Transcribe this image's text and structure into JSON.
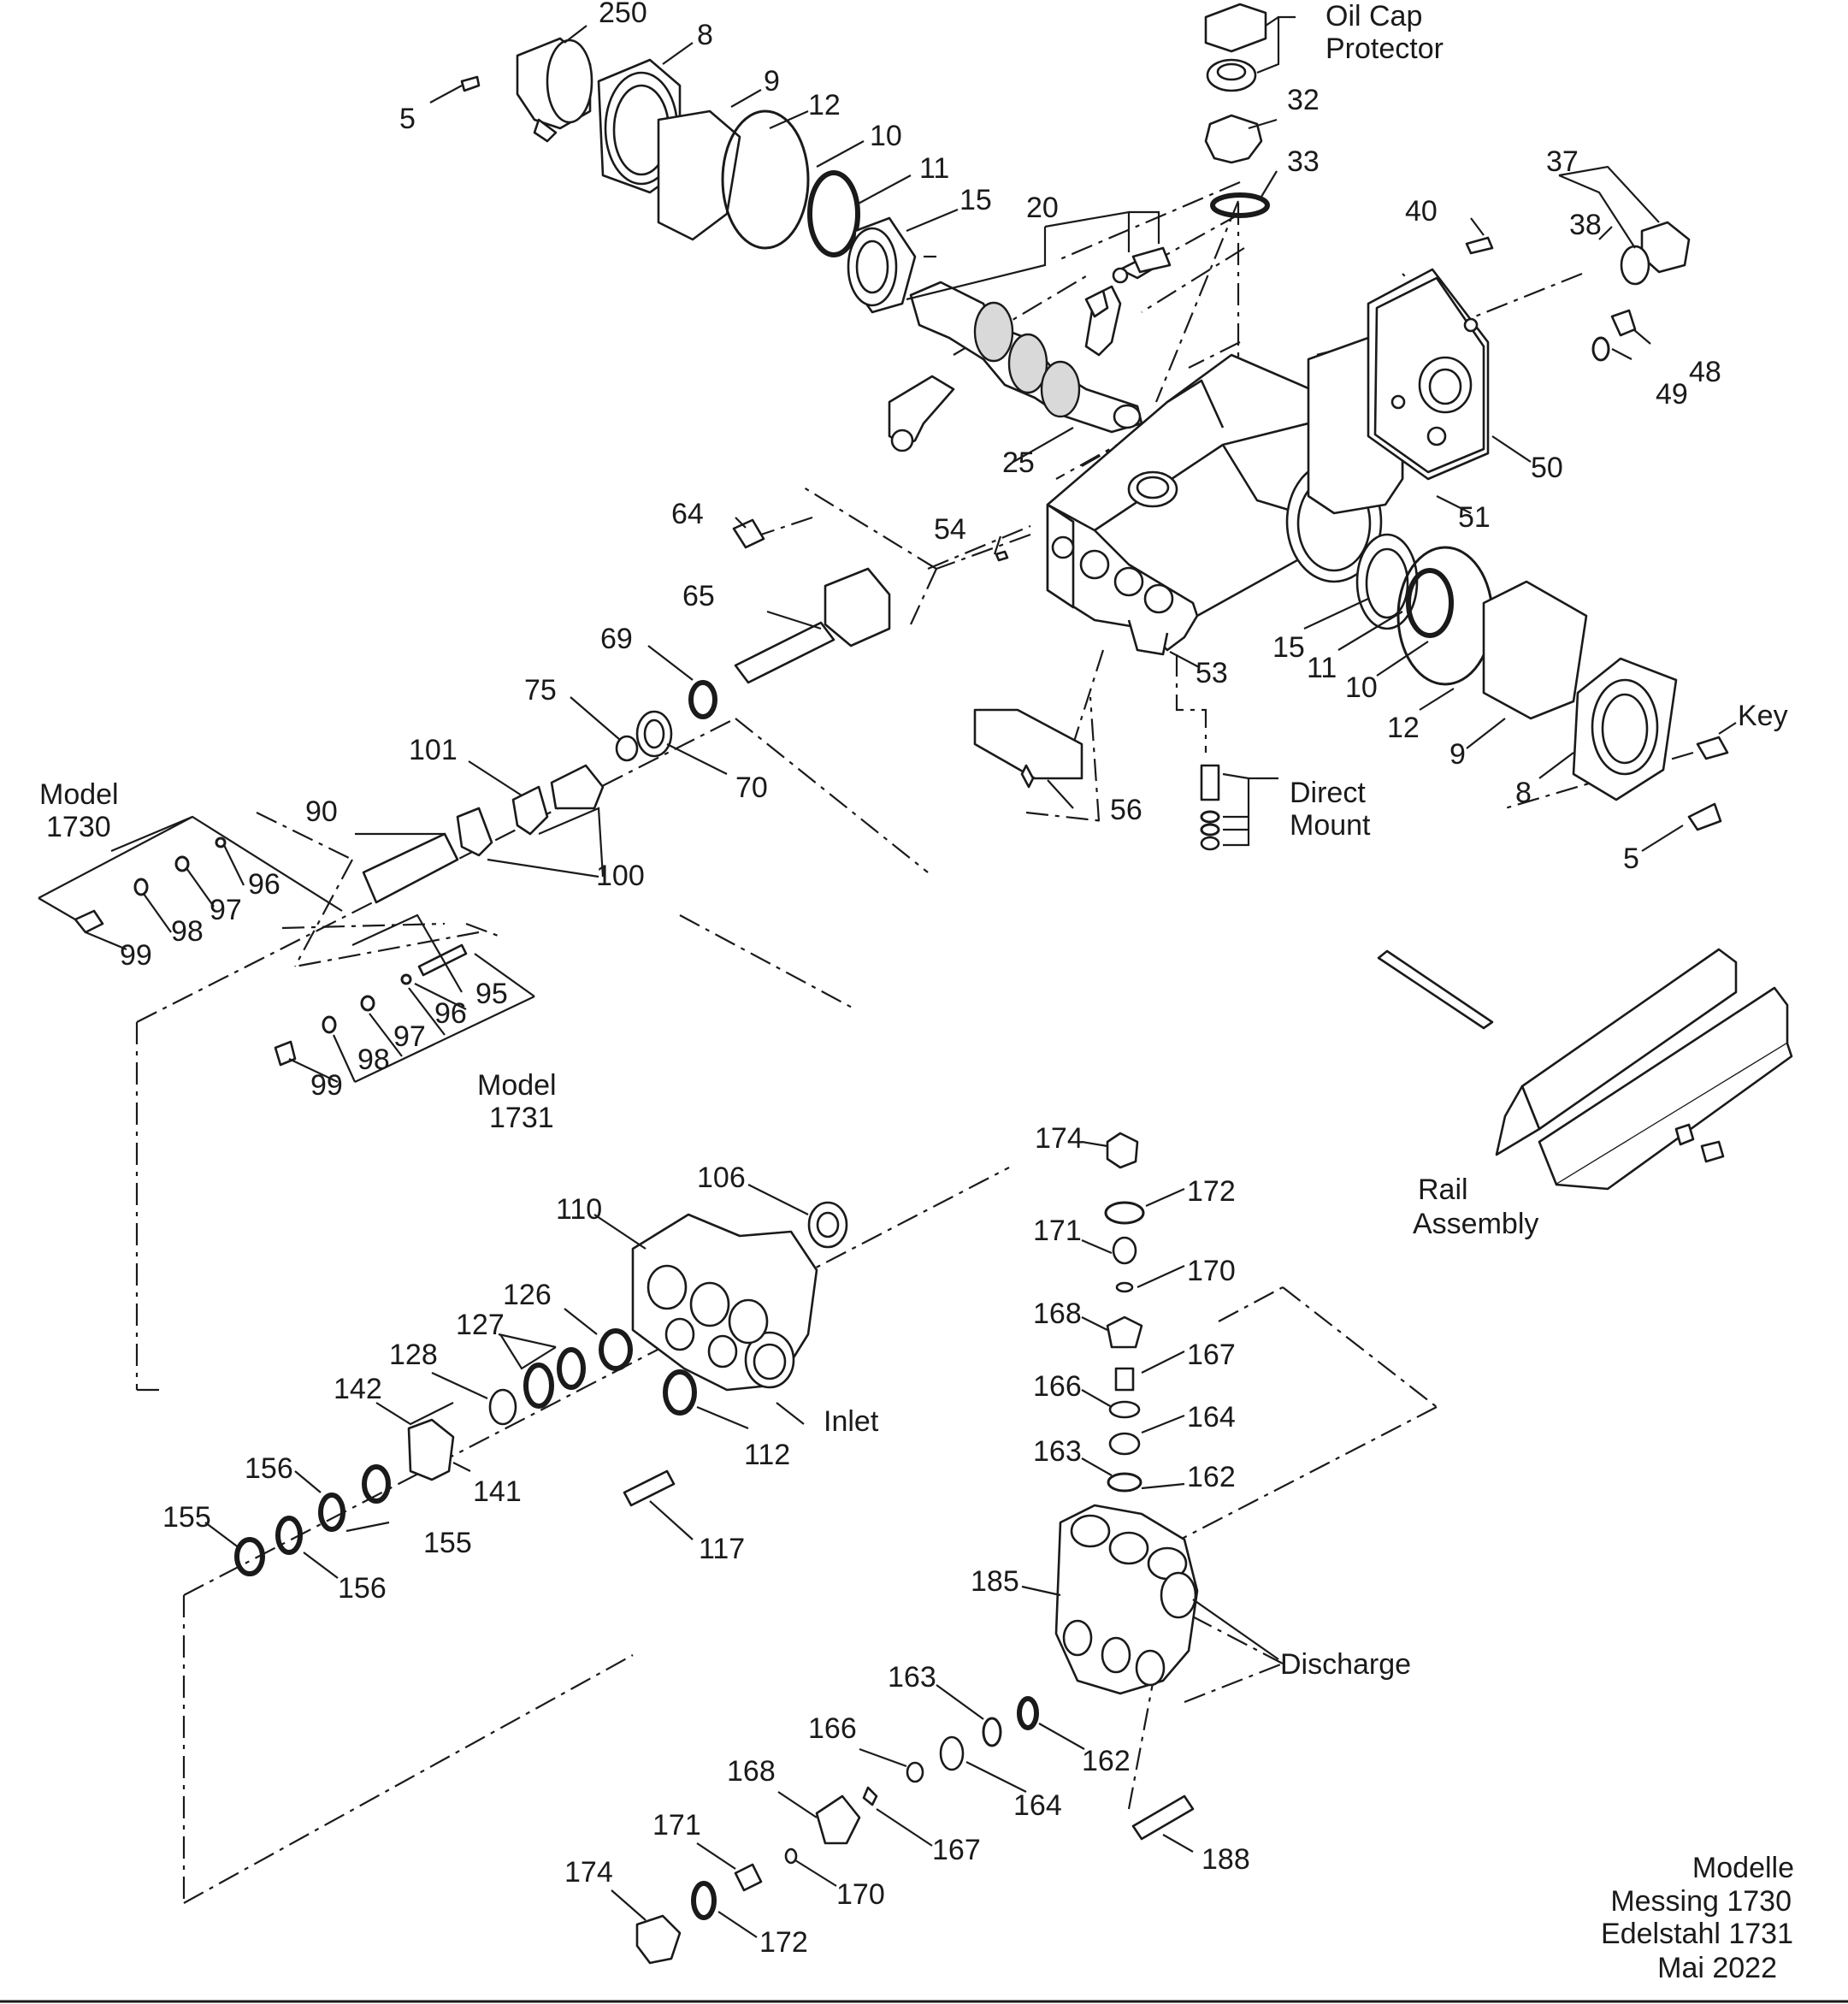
{
  "labels": {
    "250": "250",
    "8": "8",
    "5": "5",
    "9": "9",
    "12": "12",
    "10": "10",
    "11": "11",
    "15": "15",
    "20": "20",
    "25": "25",
    "32": "32",
    "33": "33",
    "37": "37",
    "38": "38",
    "40": "40",
    "48": "48",
    "49": "49",
    "50": "50",
    "51": "51",
    "53": "53",
    "54": "54",
    "56": "56",
    "64": "64",
    "65": "65",
    "69": "69",
    "70": "70",
    "75": "75",
    "90": "90",
    "95": "95",
    "96": "96",
    "97": "97",
    "98": "98",
    "99": "99",
    "100": "100",
    "101": "101",
    "106": "106",
    "110": "110",
    "112": "112",
    "117": "117",
    "126": "126",
    "127": "127",
    "128": "128",
    "141": "141",
    "142": "142",
    "155": "155",
    "156": "156",
    "162": "162",
    "163": "163",
    "164": "164",
    "166": "166",
    "167": "167",
    "168": "168",
    "170": "170",
    "171": "171",
    "172": "172",
    "174": "174",
    "185": "185",
    "188": "188"
  },
  "captions": {
    "oil_cap_1": "Oil Cap",
    "oil_cap_2": "Protector",
    "direct_mount_1": "Direct",
    "direct_mount_2": "Mount",
    "key": "Key",
    "model_1730_1": "Model",
    "model_1730_2": "1730",
    "model_1731_1": "Model",
    "model_1731_2": "1731",
    "rail_1": "Rail",
    "rail_2": "Assembly",
    "inlet": "Inlet",
    "discharge": "Discharge"
  },
  "footer": {
    "line1": "Modelle",
    "line2": "Messing 1730",
    "line3": "Edelstahl 1731",
    "line4": "Mai 2022"
  }
}
